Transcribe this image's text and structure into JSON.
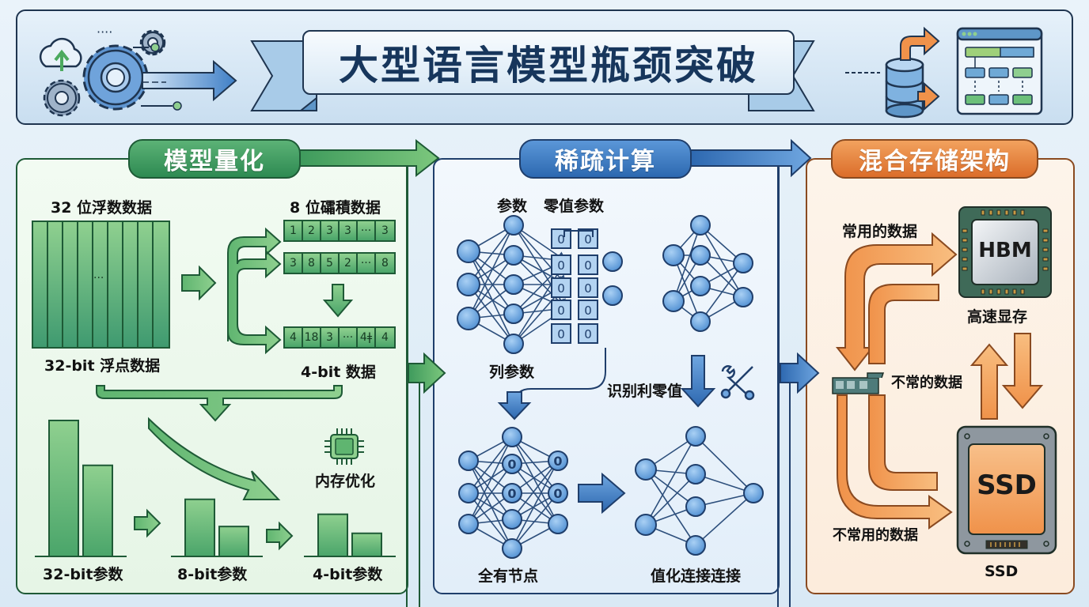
{
  "header": {
    "title": "大型语言模型瓶颈突破",
    "left_icons": [
      "cloud-upload-icon",
      "gear-icon",
      "gear-icon",
      "gear-icon",
      "arrow-right-icon"
    ],
    "right_icons": [
      "database-icon",
      "orange-arrow-icon",
      "app-window-icon"
    ]
  },
  "sections": {
    "quantization": {
      "title": "模型量化",
      "label_32_top": "32 位浮数数据",
      "label_32_bottom": "32-bit 浮点数据",
      "matrix_ellipsis": "...",
      "label_8_top": "8 位礵積数据",
      "row_8a": [
        "1",
        "2",
        "3",
        "3",
        "···",
        "3"
      ],
      "row_8b": [
        "3",
        "8",
        "5",
        "2",
        "···",
        "8"
      ],
      "row_4": [
        "4",
        "18",
        "3",
        "···",
        "4ǂ",
        "4"
      ],
      "label_4_bottom": "4-bit 数据",
      "memory_label": "内存优化",
      "bar_groups": [
        {
          "label": "32-bit参数",
          "bars": [
            1.0,
            0.67
          ]
        },
        {
          "label": "8-bit参数",
          "bars": [
            0.42,
            0.22
          ]
        },
        {
          "label": "4-bit参数",
          "bars": [
            0.31,
            0.17
          ]
        }
      ]
    },
    "sparse": {
      "title": "稀疏计算",
      "label_params": "参数",
      "label_zero_params": "零值参数",
      "zero_value": "0",
      "label_col_params": "列参数",
      "label_identify": "识别利零值",
      "label_all_nodes": "全有节点",
      "label_value_conn": "值化连接连接"
    },
    "storage": {
      "title": "混合存储架构",
      "label_frequent": "常用的数据",
      "hbm_chip": "HBM",
      "hbm_label": "高速显存",
      "label_infrequent": "不常的数据",
      "label_rarely": "不常用的数据",
      "ssd_chip": "SSD",
      "ssd_label": "SSD"
    }
  },
  "colors": {
    "green_accent": "#2e8a52",
    "blue_accent": "#2d68b0",
    "orange_accent": "#db6d2a",
    "title_text": "#17365c"
  }
}
